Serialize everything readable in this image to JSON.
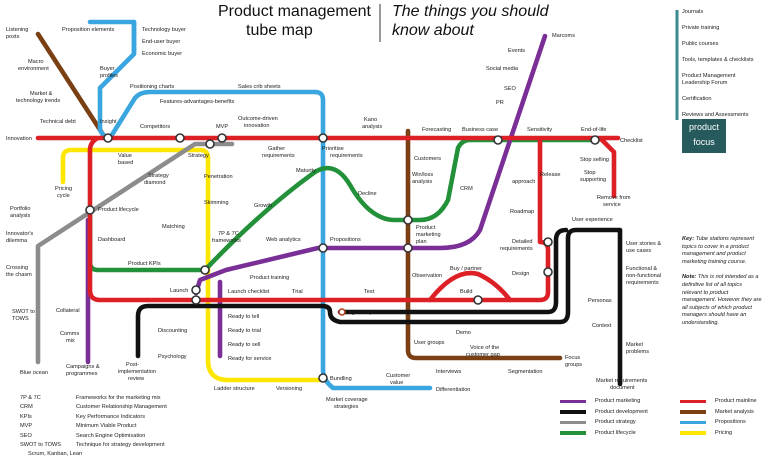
{
  "title": {
    "main": [
      "Product management",
      "tube map"
    ],
    "sub": [
      "The things you should",
      "know about"
    ]
  },
  "colors": {
    "product_marketing": "#7a2f96",
    "product_development": "#111111",
    "product_strategy": "#8c8c8c",
    "product_lifecycle": "#23913a",
    "product_mainline": "#dd1f26",
    "market_analysis": "#7b3f14",
    "propositions": "#3aa6e0",
    "pricing": "#ffe600",
    "teal": "#3d8b8d"
  },
  "right_menu": [
    "Journals",
    "Private training",
    "Public courses",
    "Tools, templates & checklists",
    "Product Management Leadership Forum",
    "Certification",
    "Reviews and Assessments"
  ],
  "brand": {
    "line1": "product",
    "line2": "focus"
  },
  "key": {
    "label": "Key:",
    "text": "Tube stations represent topics to cover in a product management and product marketing training course.",
    "note_label": "Note:",
    "note": "This is not intended as a definitive list of all topics relevant to product management. However they are all subjects of which product managers should have an understanding."
  },
  "abbreviations": [
    {
      "k": "7P & 7C",
      "v": "Frameworks for the marketing mix"
    },
    {
      "k": "CRM",
      "v": "Customer Relationship Management"
    },
    {
      "k": "KPIs",
      "v": "Key Performance Indicators"
    },
    {
      "k": "MVP",
      "v": "Minimum Viable Product"
    },
    {
      "k": "SEO",
      "v": "Search Engine Optimisation"
    },
    {
      "k": "SWOT to TOWS",
      "v": "Technique for strategy development"
    },
    {
      "k": "",
      "v": "Scrum, Kanban, Lean"
    }
  ],
  "legend": [
    {
      "label": "Product marketing",
      "color": "#7a2f96"
    },
    {
      "label": "Product mainline",
      "color": "#dd1f26"
    },
    {
      "label": "Product development",
      "color": "#111111"
    },
    {
      "label": "Market analysis",
      "color": "#7b3f14"
    },
    {
      "label": "Product strategy",
      "color": "#8c8c8c"
    },
    {
      "label": "Propositions",
      "color": "#3aa6e0"
    },
    {
      "label": "Product lifecycle",
      "color": "#23913a"
    },
    {
      "label": "Pricing",
      "color": "#ffe600"
    }
  ],
  "stations": {
    "listening_posts": [
      "Listening",
      "posts"
    ],
    "proposition_elements": [
      "Proposition elements"
    ],
    "technology_buyer": [
      "Technology buyer"
    ],
    "end_user_buyer": [
      "End-user buyer"
    ],
    "economic_buyer": [
      "Economic buyer"
    ],
    "macro_environment": [
      "Macro",
      "environment"
    ],
    "buyer_profiles": [
      "Buyer",
      "profiles"
    ],
    "positioning_charts": [
      "Positioning charts"
    ],
    "sales_crib_sheets": [
      "Sales crib sheets"
    ],
    "market_tech_trends": [
      "Market &",
      "technology trends"
    ],
    "features_advantages_benefits": [
      "Features-advantages-benefits"
    ],
    "technical_debt": [
      "Technical debt"
    ],
    "insight": [
      "Insight"
    ],
    "competitors": [
      "Competitors"
    ],
    "mvp": [
      "MVP"
    ],
    "outcome_driven": [
      "Outcome-driven",
      "innovation"
    ],
    "kano_analysis": [
      "Kano",
      "analysis"
    ],
    "forecasting": [
      "Forecasting"
    ],
    "business_case": [
      "Business case"
    ],
    "sensitivity": [
      "Sensitivity"
    ],
    "end_of_life": [
      "End-of-life"
    ],
    "checklist": [
      "Checklist"
    ],
    "innovation": [
      "Innovation"
    ],
    "marcoms": [
      "Marcoms"
    ],
    "events": [
      "Events"
    ],
    "social_media": [
      "Social media"
    ],
    "seo": [
      "SEO"
    ],
    "pr": [
      "PR"
    ],
    "value_based": [
      "Value",
      "based"
    ],
    "strategy": [
      "Strategy"
    ],
    "gather_requirements": [
      "Gather",
      "requirements"
    ],
    "prioritise_requirements": [
      "Prioritise",
      "requirements"
    ],
    "customers": [
      "Customers"
    ],
    "stop_selling": [
      "Stop selling"
    ],
    "stop_supporting": [
      "Stop",
      "supporting"
    ],
    "pricing_cycle": [
      "Pricing",
      "cycle"
    ],
    "strategy_diamond": [
      "Strategy",
      "diamond"
    ],
    "penetration": [
      "Penetration"
    ],
    "maturity": [
      "Maturity"
    ],
    "win_loss": [
      "Win/loss",
      "analysis"
    ],
    "release_approach": [
      "Release",
      "approach"
    ],
    "decline": [
      "Decline"
    ],
    "crm": [
      "CRM"
    ],
    "remove_from_service": [
      "Remove from",
      "service"
    ],
    "portfolio_analysis": [
      "Portfolio",
      "analysis"
    ],
    "product_lifecycle": [
      "Product lifecycle"
    ],
    "skimming": [
      "Skimming"
    ],
    "growth": [
      "Growth"
    ],
    "roadmap": [
      "Roadmap"
    ],
    "user_experience": [
      "User experience"
    ],
    "innovators_dilemma": [
      "Innovator's",
      "dilemma"
    ],
    "dashboard": [
      "Dashboard"
    ],
    "matching": [
      "Matching"
    ],
    "seven_p_frameworks": [
      "7P & 7C",
      "frameworks"
    ],
    "product_marketing_plan": [
      "Product",
      "marketing",
      "plan"
    ],
    "detailed_requirements": [
      "Detailed",
      "requirements"
    ],
    "user_stories": [
      "User stories &",
      "use cases"
    ],
    "web_analytics": [
      "Web analytics"
    ],
    "propositions": [
      "Propositions"
    ],
    "crossing_chasm": [
      "Crossing",
      "the chasm"
    ],
    "product_kpis": [
      "Product KPIs"
    ],
    "design": [
      "Design"
    ],
    "functional_reqs": [
      "Functional &",
      "non-functional",
      "requirements"
    ],
    "product_training": [
      "Product training"
    ],
    "observation": [
      "Observation"
    ],
    "buy_partner": [
      "Buy / partner"
    ],
    "launch": [
      "Launch"
    ],
    "launch_checklist": [
      "Launch checklist"
    ],
    "trial": [
      "Trial"
    ],
    "test": [
      "Test"
    ],
    "build": [
      "Build"
    ],
    "swot": [
      "SWOT to",
      "TOWS"
    ],
    "collateral": [
      "Collateral"
    ],
    "ready_to_tell": [
      "Ready to tell"
    ],
    "agile_loop": [
      "Agile loop"
    ],
    "personas": [
      "Personas"
    ],
    "ready_to_trial": [
      "Ready to trial"
    ],
    "demo": [
      "Demo"
    ],
    "discounting": [
      "Discounting"
    ],
    "comms_mix": [
      "Comms",
      "mix"
    ],
    "context": [
      "Context"
    ],
    "ready_to_sell": [
      "Ready to sell"
    ],
    "user_groups": [
      "User groups"
    ],
    "market_problems": [
      "Market",
      "problems"
    ],
    "ready_for_service": [
      "Ready for service"
    ],
    "post_implementation": [
      "Post-",
      "implementation",
      "review"
    ],
    "psychology": [
      "Psychology"
    ],
    "voice_of_customer": [
      "Voice of the",
      "customer gap"
    ],
    "focus_groups": [
      "Focus",
      "groups"
    ],
    "blue_ocean": [
      "Blue ocean"
    ],
    "campaigns": [
      "Campaigns &",
      "programmes"
    ],
    "interviews": [
      "Interviews"
    ],
    "segmentation": [
      "Segmentation"
    ],
    "bundling": [
      "Bundling"
    ],
    "customer_value": [
      "Customer",
      "value"
    ],
    "ladder_structure": [
      "Ladder structure"
    ],
    "versioning": [
      "Versioning"
    ],
    "differentiation": [
      "Differentiation"
    ],
    "market_coverage": [
      "Market coverage",
      "strategies"
    ],
    "market_requirements_doc": [
      "Market requirements",
      "document"
    ]
  }
}
